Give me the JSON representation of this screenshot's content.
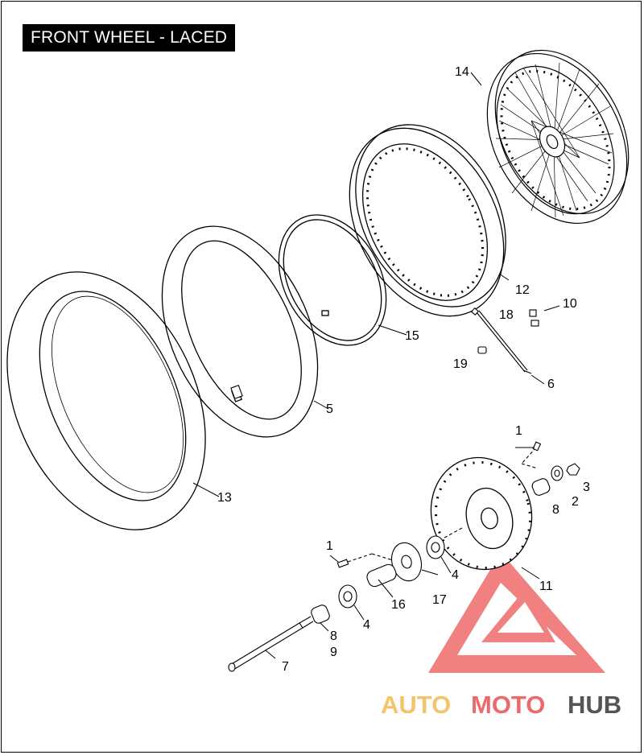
{
  "title": "FRONT WHEEL - LACED",
  "callouts": {
    "c1a": "1",
    "c1b": "1",
    "c2": "2",
    "c3": "3",
    "c4a": "4",
    "c4b": "4",
    "c5": "5",
    "c6": "6",
    "c7": "7",
    "c8a": "8",
    "c8b": "8",
    "c9": "9",
    "c10": "10",
    "c11": "11",
    "c12": "12",
    "c13": "13",
    "c14": "14",
    "c15": "15",
    "c16": "16",
    "c17": "17",
    "c18": "18",
    "c19": "19"
  },
  "watermark": {
    "auto": "AUTO",
    "moto": "MOTO",
    "hub": "HUB",
    "colors": {
      "logo": "#ee5555",
      "auto": "#f3c46a",
      "moto": "#ee6a6a",
      "hub": "#555555"
    }
  }
}
